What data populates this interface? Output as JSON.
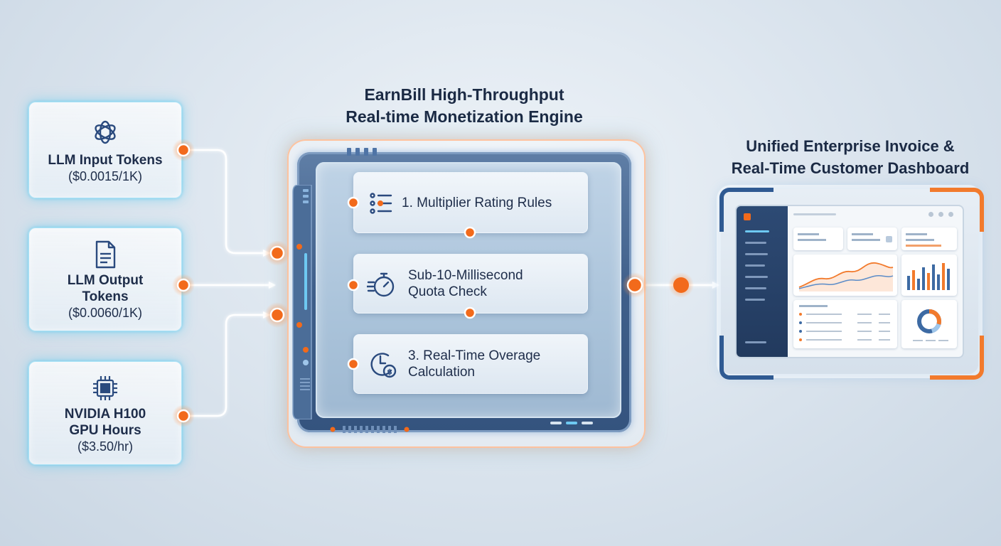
{
  "sources": [
    {
      "icon": "ai-model-icon",
      "title": "LLM Input Tokens",
      "price": "($0.0015/1K)"
    },
    {
      "icon": "document-icon",
      "title_lines": [
        "LLM Output",
        "Tokens"
      ],
      "price": "($0.0060/1K)"
    },
    {
      "icon": "gpu-chip-icon",
      "title_lines": [
        "NVIDIA H100",
        "GPU Hours"
      ],
      "price": "($3.50/hr)"
    }
  ],
  "engine": {
    "title_lines": [
      "EarnBill High-Throughput",
      "Real-time Monetization Engine"
    ],
    "steps": [
      {
        "icon": "rating-list-icon",
        "lines": [
          "1. Multiplier Rating Rules"
        ]
      },
      {
        "icon": "stopwatch-icon",
        "lines": [
          "Sub-10-Millisecond",
          "Quota Check"
        ]
      },
      {
        "icon": "clock-dollar-icon",
        "lines": [
          "3. Real-Time Overage",
          "Calculation"
        ]
      }
    ]
  },
  "output": {
    "title_lines": [
      "Unified Enterprise Invoice &",
      "Real-Time Customer Dashboard"
    ]
  },
  "colors": {
    "connector_orange": "#f26a1b",
    "glow_cyan": "#58c8f0",
    "engine_blue": "#3f5f8a",
    "dash_navy": "#2d4a74"
  }
}
